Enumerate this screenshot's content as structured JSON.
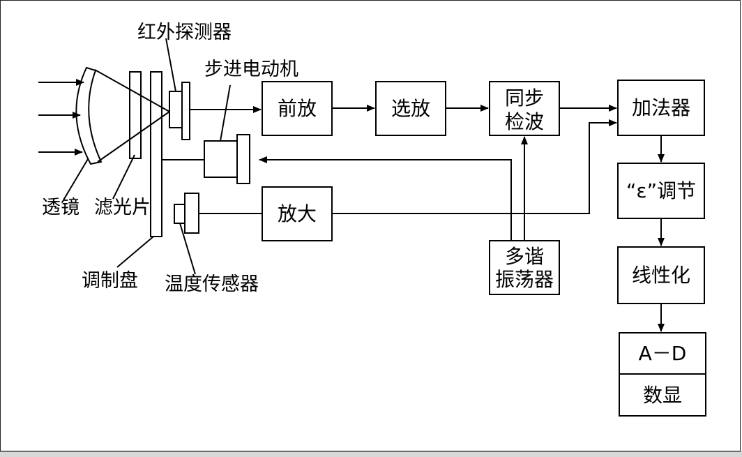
{
  "colors": {
    "ink": "#000000",
    "background": "#ffffff"
  },
  "labels": {
    "ir_detector": "红外探测器",
    "stepper_motor": "步进电动机",
    "lens": "透镜",
    "filter": "滤光片",
    "chopper": "调制盘",
    "temp_sensor": "温度传感器"
  },
  "blocks": {
    "preamp": "前放",
    "selective_amp": "选放",
    "sync_detect_1": "同步",
    "sync_detect_2": "检波",
    "adder": "加法器",
    "epsilon_adjust": "“ε”调节",
    "linearize": "线性化",
    "ad": "A－D",
    "display": "数显",
    "amplifier": "放大",
    "multivibrator_1": "多谐",
    "multivibrator_2": "振荡器"
  }
}
